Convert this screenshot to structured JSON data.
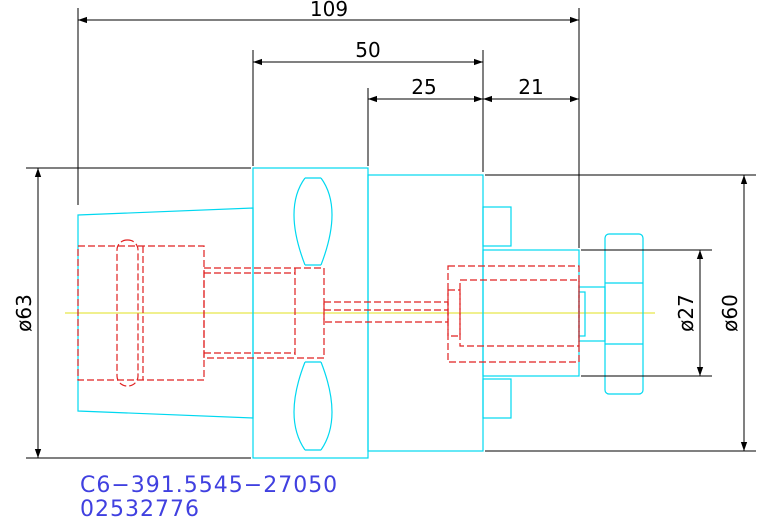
{
  "colors": {
    "outline": "#00d8f0",
    "hidden": "#e02020",
    "centerline": "#e6e64a",
    "dimension": "#000000",
    "part_number": "#4040e0"
  },
  "dimensions": {
    "overall_length": "109",
    "length_50": "50",
    "length_25": "25",
    "length_21": "21",
    "dia_63": "ø63",
    "dia_27": "ø27",
    "dia_60": "ø60"
  },
  "part_number": {
    "code": "C6−391.5545−27050",
    "item": "02532776"
  }
}
